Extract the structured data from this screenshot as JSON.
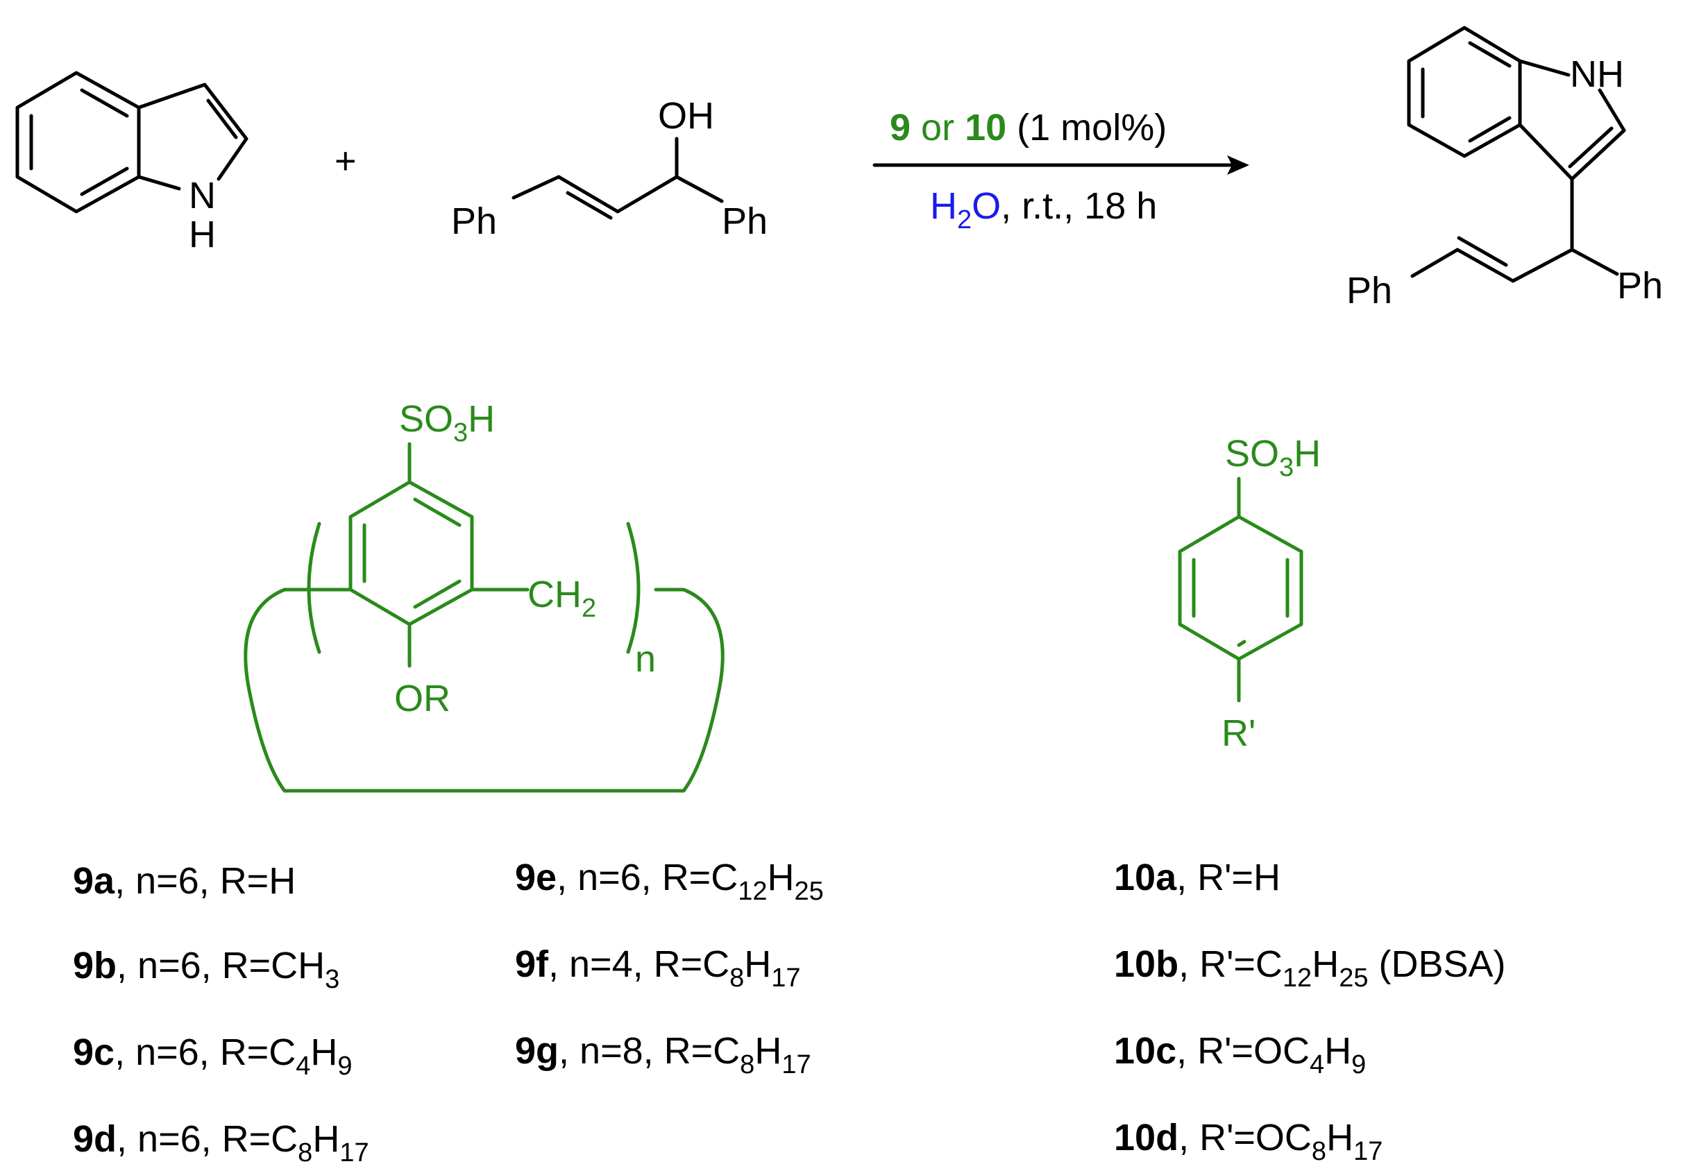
{
  "reaction": {
    "plus": "+",
    "reactant2": {
      "oh": "OH",
      "ph_left": "Ph",
      "ph_right": "Ph"
    },
    "product": {
      "nh": "NH",
      "ph_left": "Ph",
      "ph_right": "Ph"
    },
    "indole": {
      "n": "N",
      "h": "H"
    },
    "condition_top": {
      "cat_a": "9",
      "or": " or ",
      "cat_b": "10",
      "loading": " (1 mol%)"
    },
    "condition_bottom": {
      "h": "H",
      "h_sub": "2",
      "o": "O",
      "rest": ", r.t., 18 h"
    }
  },
  "catalyst9": {
    "so3h": {
      "a": "SO",
      "sub": "3",
      "b": "H"
    },
    "ch2": {
      "a": "CH",
      "sub": "2"
    },
    "n": "n",
    "or": "OR"
  },
  "catalyst10": {
    "so3h": {
      "a": "SO",
      "sub": "3",
      "b": "H"
    },
    "r": "R'"
  },
  "legend9": [
    {
      "id": "9a",
      "text": ", n=6, R=H"
    },
    {
      "id": "9b",
      "text": ", n=6, R=CH",
      "s1": "3"
    },
    {
      "id": "9c",
      "text": ", n=6, R=C",
      "s1": "4",
      "t2": "H",
      "s2": "9"
    },
    {
      "id": "9d",
      "text": ", n=6, R=C",
      "s1": "8",
      "t2": "H",
      "s2": "17"
    },
    {
      "id": "9e",
      "text": ", n=6, R=C",
      "s1": "12",
      "t2": "H",
      "s2": "25"
    },
    {
      "id": "9f",
      "text": ", n=4, R=C",
      "s1": "8",
      "t2": "H",
      "s2": "17"
    },
    {
      "id": "9g",
      "text": ", n=8, R=C",
      "s1": "8",
      "t2": "H",
      "s2": "17"
    }
  ],
  "legend10": [
    {
      "id": "10a",
      "text": ", R'=H"
    },
    {
      "id": "10b",
      "text": ", R'=C",
      "s1": "12",
      "t2": "H",
      "s2": "25",
      "t3": " (DBSA)"
    },
    {
      "id": "10c",
      "text": ", R'=OC",
      "s1": "4",
      "t2": "H",
      "s2": "9"
    },
    {
      "id": "10d",
      "text": ", R'=OC",
      "s1": "8",
      "t2": "H",
      "s2": "17"
    }
  ]
}
